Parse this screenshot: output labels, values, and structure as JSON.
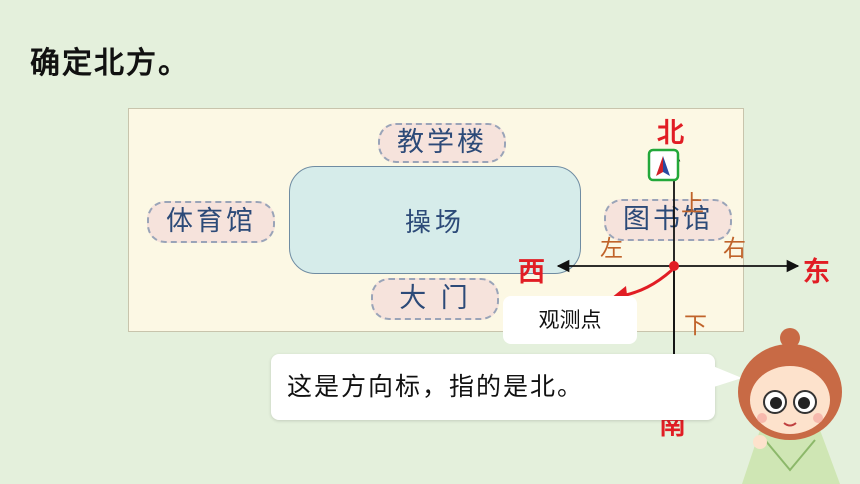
{
  "title": "确定北方。",
  "map": {
    "north_building": "教学楼",
    "west_building": "体育馆",
    "east_building": "图书馆",
    "south_building": "大 门",
    "center": "操场"
  },
  "compass": {
    "north": "北",
    "south": "南",
    "east": "东",
    "west": "西",
    "up": "上",
    "down": "下",
    "left": "左",
    "right": "右"
  },
  "labels": {
    "observation_point": "观测点",
    "speech": "这是方向标，指的是北。"
  },
  "colors": {
    "direction_red": "#e11d24",
    "relative_orange": "#c0632a",
    "marker_green": "#22a83a",
    "background": "#e4f0dc"
  }
}
